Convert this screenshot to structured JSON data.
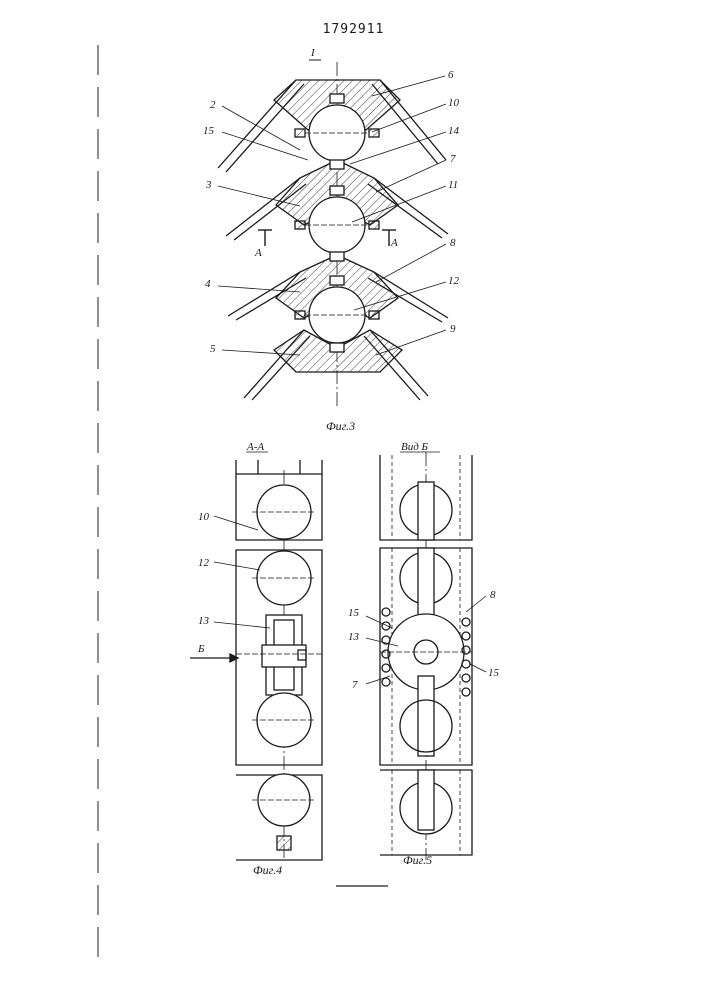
{
  "document": {
    "number": "1792911"
  },
  "figure3": {
    "roman_label": "I",
    "caption": "Фиг.3",
    "labels": {
      "n2": "2",
      "n3": "3",
      "n4": "4",
      "n5": "5",
      "n6": "6",
      "n7": "7",
      "n8": "8",
      "n9": "9",
      "n10": "10",
      "n11": "11",
      "n12": "12",
      "n14": "14",
      "n15": "15"
    },
    "section_marks": [
      "A",
      "A"
    ]
  },
  "figure4": {
    "title": "А-А",
    "caption": "Фиг.4",
    "labels": {
      "n10": "10",
      "n12": "12",
      "n13": "13"
    },
    "view_mark": "Б"
  },
  "figure5": {
    "title": "Вид Б",
    "caption": "Фиг.5",
    "labels": {
      "n15a": "15",
      "n13": "13",
      "n7": "7",
      "n8": "8",
      "n15b": "15"
    }
  },
  "colors": {
    "ink": "#1a1a1a",
    "hatch": "#444444",
    "paper": "#ffffff"
  }
}
